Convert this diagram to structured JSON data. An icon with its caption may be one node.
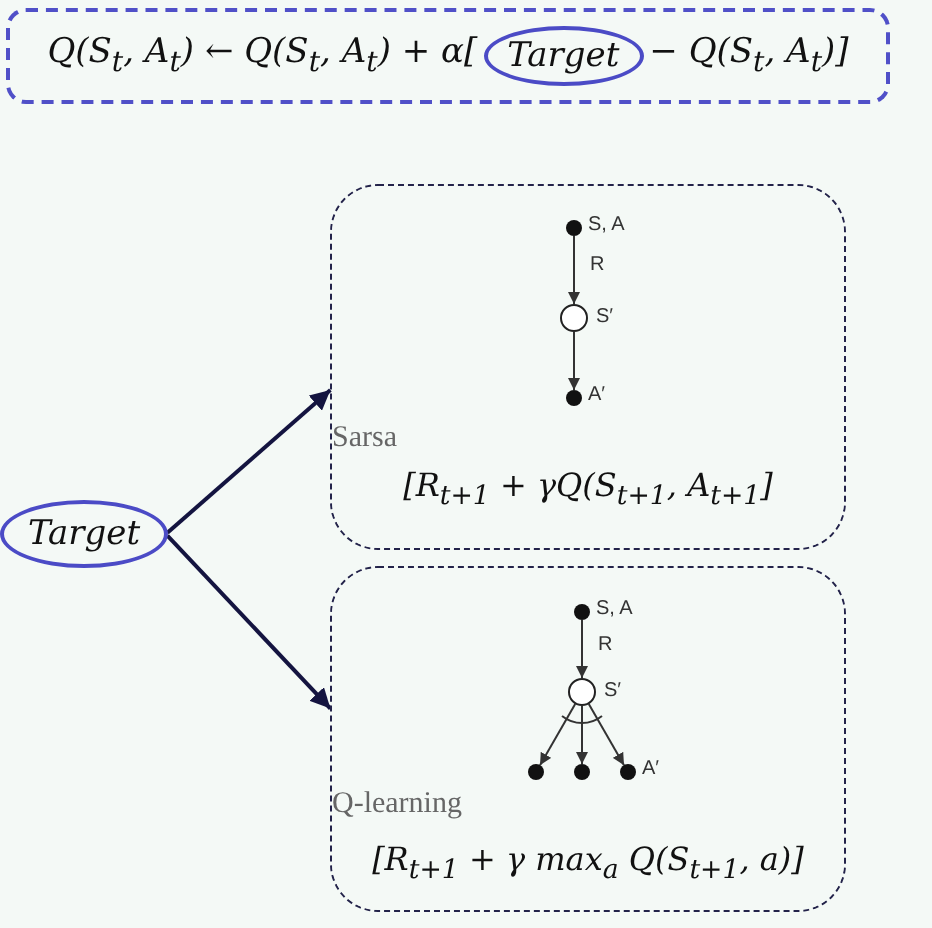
{
  "diagram": {
    "nodes": [
      {
        "text": [
          "Q(S$_{t}$, A$_{t}$) ← Q(S$_{t}$, A$_{t}$) + α[",
          "− Q(S$_{t}$, A$_{t}$)]"
        ]
      },
      {
        "text": [
          "Target"
        ],
        "in": 0
      },
      {
        "text": [
          "Target"
        ]
      },
      {
        "text": [
          "Sarsa",
          "[R$_{t+1}$ + γQ(S$_{t+1}$, A$_{t+1}$]"
        ]
      },
      {
        "text": [],
        "shape": "dot",
        "in": 3,
        "beside": [
          "S, A"
        ]
      },
      {
        "text": [],
        "shape": "circle",
        "in": 3,
        "beside": [
          "S′"
        ]
      },
      {
        "text": [],
        "shape": "dot",
        "in": 3,
        "beside": [
          "A′"
        ]
      },
      {
        "text": [
          "Q-learning",
          "[R$_{t+1}$ + γ max$_{a}$ Q(S$_{t+1}$, a)]"
        ]
      },
      {
        "text": [],
        "shape": "dot",
        "in": 7,
        "beside": [
          "S, A"
        ]
      },
      {
        "text": [],
        "shape": "circle",
        "in": 7,
        "beside": [
          "S′"
        ]
      },
      {
        "text": [],
        "shape": "dot",
        "in": 7
      },
      {
        "text": [],
        "shape": "dot",
        "in": 7
      },
      {
        "text": [],
        "shape": "dot",
        "in": 7,
        "beside": [
          "A′"
        ]
      }
    ],
    "edges": [
      {
        "from": 2,
        "to": 3,
        "arrow": "to"
      },
      {
        "from": 2,
        "to": 7,
        "arrow": "to"
      },
      {
        "from": 4,
        "to": 5,
        "arrow": "to",
        "label": "R"
      },
      {
        "from": 5,
        "to": 6,
        "arrow": "to"
      },
      {
        "from": 8,
        "to": 9,
        "arrow": "to",
        "label": "R"
      },
      {
        "from": 9,
        "to": 10,
        "arrow": "to"
      },
      {
        "from": 9,
        "to": 11,
        "arrow": "to"
      },
      {
        "from": 9,
        "to": 12,
        "arrow": "to"
      }
    ]
  }
}
